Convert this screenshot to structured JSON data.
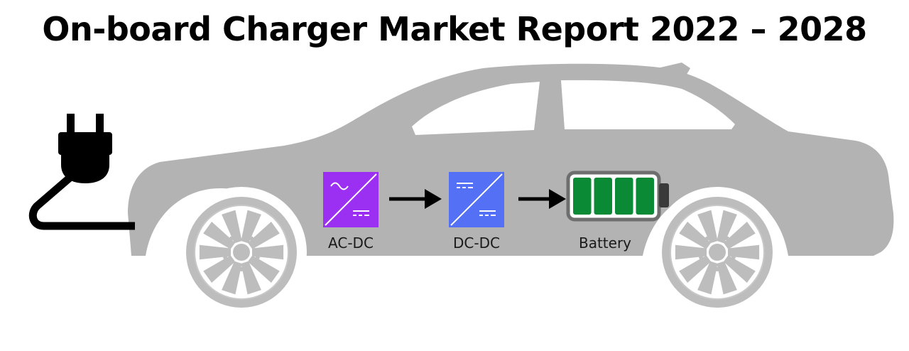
{
  "title": "On-board Charger Market Report 2022 – 2028",
  "stages": {
    "ac_dc": {
      "label": "AC-DC",
      "color": "#9b30f2"
    },
    "dc_dc": {
      "label": "DC-DC",
      "color": "#5470f5"
    },
    "battery": {
      "label": "Battery",
      "color": "#0a8a35",
      "cells": 4
    }
  },
  "colors": {
    "car_body": "#b3b3b3",
    "window": "#ffffff",
    "wheel": "#bdbdbd",
    "rim": "#ffffff",
    "plug": "#000000",
    "arrow": "#000000"
  },
  "icons": [
    "plug-icon",
    "car-silhouette",
    "ac-dc-converter-icon",
    "dc-dc-converter-icon",
    "battery-icon",
    "arrow-right-icon"
  ]
}
